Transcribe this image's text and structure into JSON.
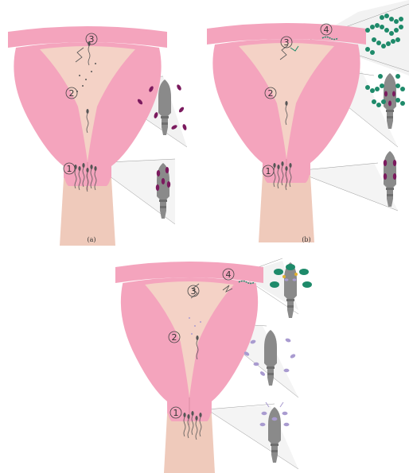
{
  "colors": {
    "pink": "#f4a4bd",
    "pink_light": "#f9c6d4",
    "cavity": "#f4d2c6",
    "cervix": "#efcabb",
    "sperm": "#555555",
    "purple_dark": "#7b1a5e",
    "green": "#1e8a6a",
    "lavender": "#a99bd0",
    "gray": "#8a8a8a"
  },
  "panels": {
    "a": {
      "caption": "(a)",
      "labels": [
        "3",
        "2",
        "1"
      ]
    },
    "b": {
      "caption": "(b)",
      "labels": [
        "4",
        "3",
        "2",
        "1"
      ]
    },
    "c": {
      "labels": [
        "4",
        "3",
        "2",
        "1"
      ]
    }
  },
  "icons": {
    "sperm_head": "sperm-head-icon",
    "molecule_chain": "molecule-chain-icon",
    "zoom_callout": "zoom-callout-icon"
  }
}
